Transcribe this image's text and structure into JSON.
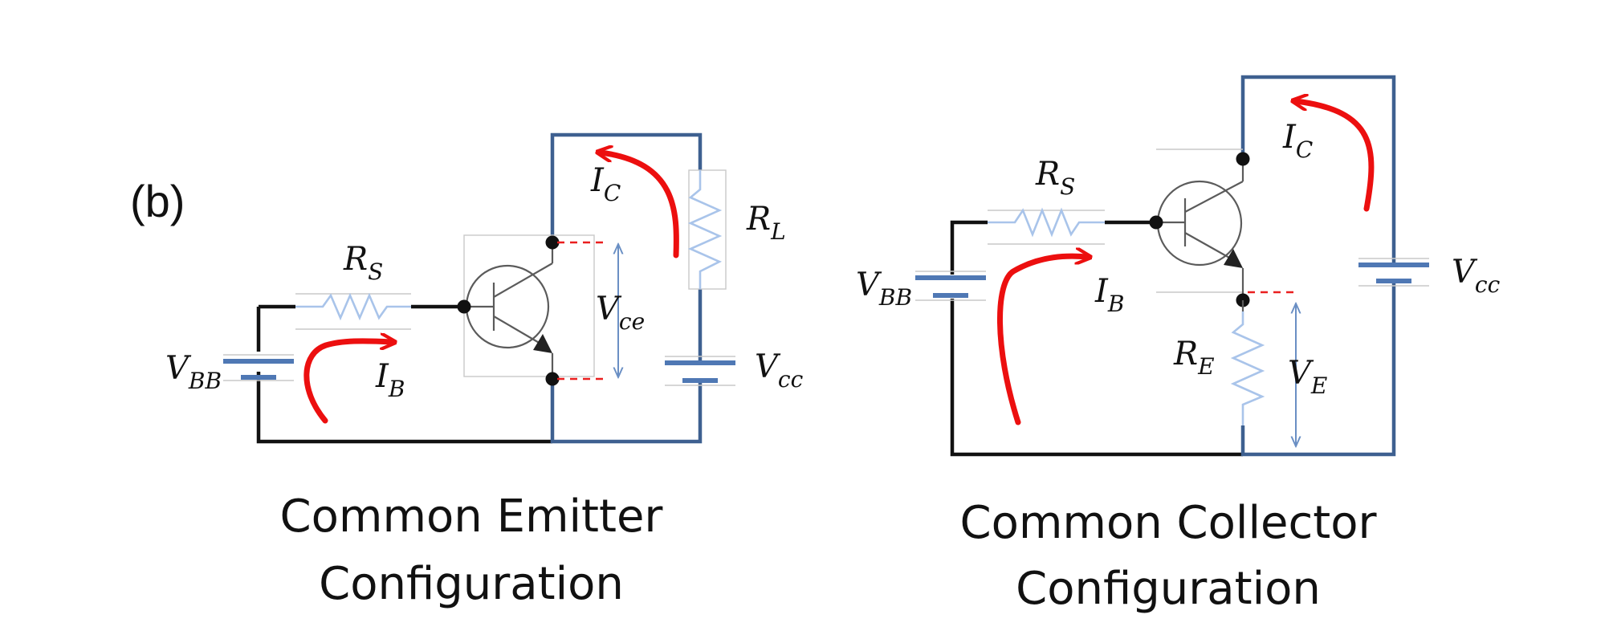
{
  "panel_tag": "(b)",
  "left": {
    "title_line1": "Common Emitter",
    "title_line2": "Configuration",
    "labels": {
      "rs": {
        "main": "R",
        "sub": "S"
      },
      "vbb": {
        "main": "V",
        "sub": "BB"
      },
      "ib": {
        "main": "I",
        "sub": "B"
      },
      "ic": {
        "main": "I",
        "sub": "C"
      },
      "rl": {
        "main": "R",
        "sub": "L"
      },
      "vce": {
        "main": "V",
        "sub": "ce"
      },
      "vcc": {
        "main": "V",
        "sub": "cc"
      }
    }
  },
  "right": {
    "title_line1": "Common Collector",
    "title_line2": "Configuration",
    "labels": {
      "rs": {
        "main": "R",
        "sub": "S"
      },
      "vbb": {
        "main": "V",
        "sub": "BB"
      },
      "ib": {
        "main": "I",
        "sub": "B"
      },
      "ic": {
        "main": "I",
        "sub": "C"
      },
      "re": {
        "main": "R",
        "sub": "E"
      },
      "ve": {
        "main": "V",
        "sub": "E"
      },
      "vcc": {
        "main": "V",
        "sub": "cc"
      }
    }
  },
  "colors": {
    "base_loop_wire": "#111111",
    "collector_loop_wire": "#3e6090",
    "current_arrow": "#ec0f0f",
    "resistor": "#a9c4ea",
    "battery_plate": "#4f78b4",
    "dashed_marker": "#ea1f1f"
  }
}
